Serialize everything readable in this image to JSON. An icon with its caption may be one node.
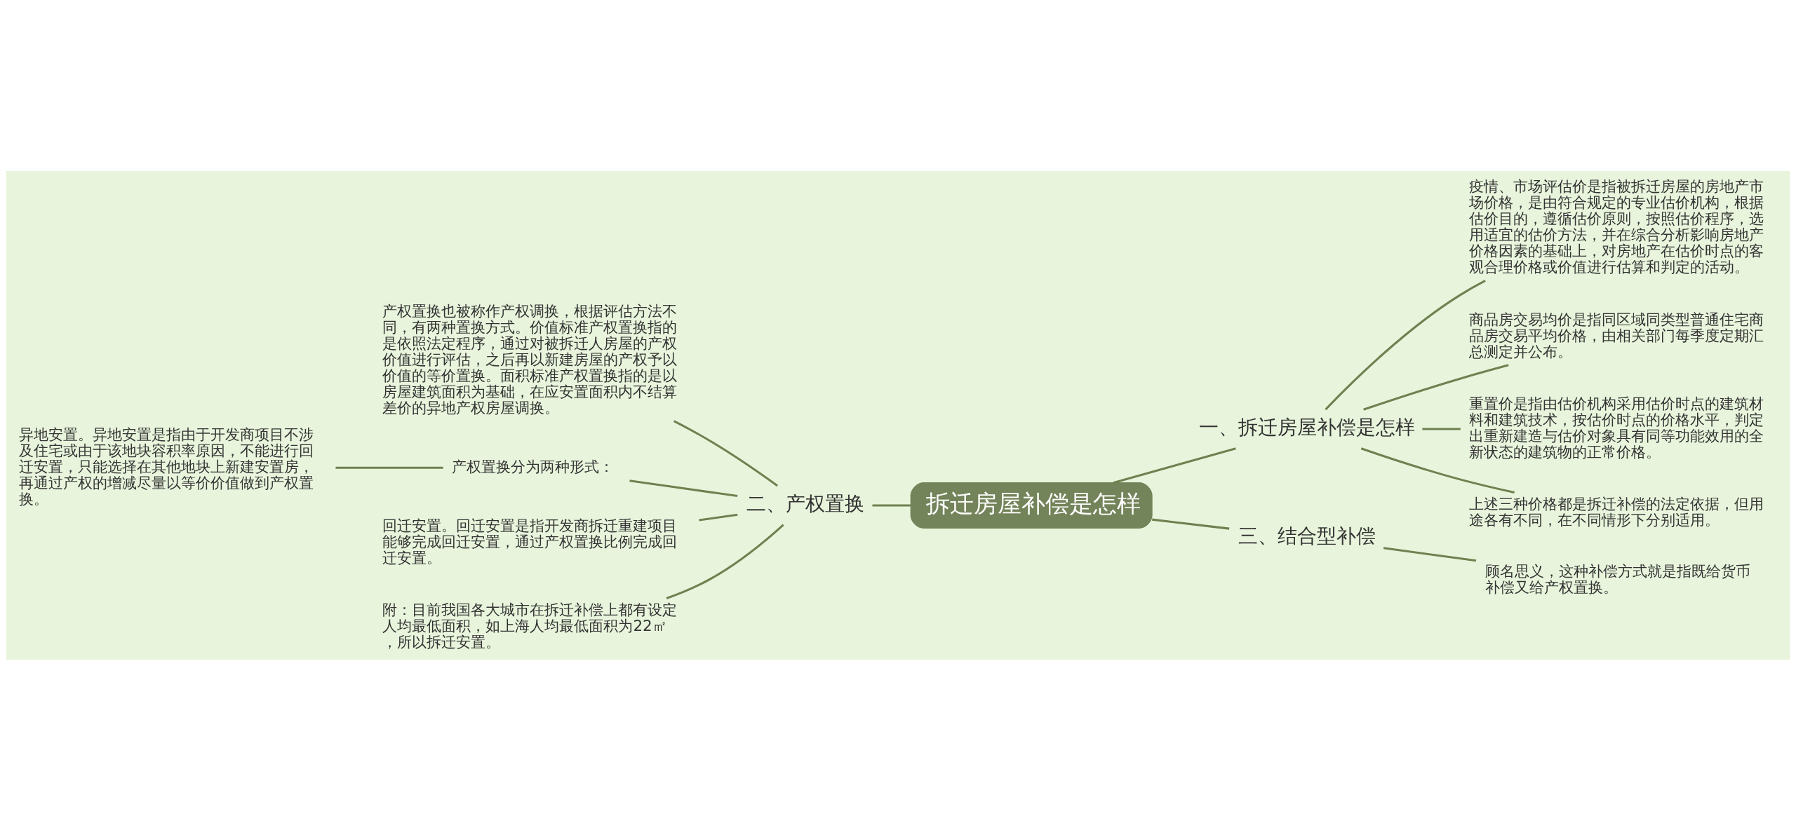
{
  "diagram": {
    "nodes": [
      {
        "text": [
          "拆迁房屋补偿是怎样"
        ]
      },
      {
        "text": [
          "一、拆迁房屋补偿是怎样"
        ]
      },
      {
        "text": [
          "疫情、市场评估价是指被拆迁房屋的房地产市场价格，是由符合规定的专业估价机构，根据估价目的，遵循估价原则，按照估价程序，选用适宜的估价方法，并在综合分析影响房地产价格因素的基础上，对房地产在估价时点的客观合理价格或价值进行估算和判定的活动。"
        ]
      },
      {
        "text": [
          "商品房交易均价是指同区域同类型普通住宅商品房交易平均价格，由相关部门每季度定期汇总测定并公布。"
        ]
      },
      {
        "text": [
          "重置价是指由估价机构采用估价时点的建筑材料和建筑技术，按估价时点的价格水平，判定出重新建造与估价对象具有同等功能效用的全新状态的建筑物的正常价格。"
        ]
      },
      {
        "text": [
          "上述三种价格都是拆迁补偿的法定依据，但用途各有不同，在不同情形下分别适用。"
        ]
      },
      {
        "text": [
          "三、结合型补偿"
        ]
      },
      {
        "text": [
          "顾名思义，这种补偿方式就是指既给货币补偿又给产权置换。"
        ]
      },
      {
        "text": [
          "二、产权置换"
        ]
      },
      {
        "text": [
          "产权置换也被称作产权调换，根据评估方法不同，有两种置换方式。价值标准产权置换指的是依照法定程序，通过对被拆迁人房屋的产权价值进行评估，之后再以新建房屋的产权予以价值的等价置换。面积标准产权置换指的是以房屋建筑面积为基础，在应安置面积内不结算差价的异地产权房屋调换。"
        ]
      },
      {
        "text": [
          "产权置换分为两种形式："
        ]
      },
      {
        "text": [
          "异地安置。异地安置是指由于开发商项目不涉及住宅或由于该地块容积率原因，不能进行回迁安置，只能选择在其他地块上新建安置房，再通过产权的增减尽量以等价价值做到产权置换。"
        ]
      },
      {
        "text": [
          "回迁安置。回迁安置是指开发商拆迁重建项目能够完成回迁安置，通过产权置换比例完成回迁安置。"
        ]
      },
      {
        "text": [
          "附：目前我国各大城市在拆迁补偿上都有设定人均最低面积，如上海人均最低面积为22㎡，所以拆迁安置。"
        ]
      }
    ],
    "edges": [
      {
        "from": 0,
        "to": 1,
        "arrow": "none"
      },
      {
        "from": 1,
        "to": 2,
        "arrow": "none"
      },
      {
        "from": 1,
        "to": 3,
        "arrow": "none"
      },
      {
        "from": 1,
        "to": 4,
        "arrow": "none"
      },
      {
        "from": 1,
        "to": 5,
        "arrow": "none"
      },
      {
        "from": 0,
        "to": 6,
        "arrow": "none"
      },
      {
        "from": 6,
        "to": 7,
        "arrow": "none"
      },
      {
        "from": 0,
        "to": 8,
        "arrow": "none"
      },
      {
        "from": 8,
        "to": 9,
        "arrow": "none"
      },
      {
        "from": 8,
        "to": 10,
        "arrow": "none"
      },
      {
        "from": 10,
        "to": 11,
        "arrow": "none"
      },
      {
        "from": 8,
        "to": 12,
        "arrow": "none"
      },
      {
        "from": 8,
        "to": 13,
        "arrow": "none"
      }
    ]
  }
}
